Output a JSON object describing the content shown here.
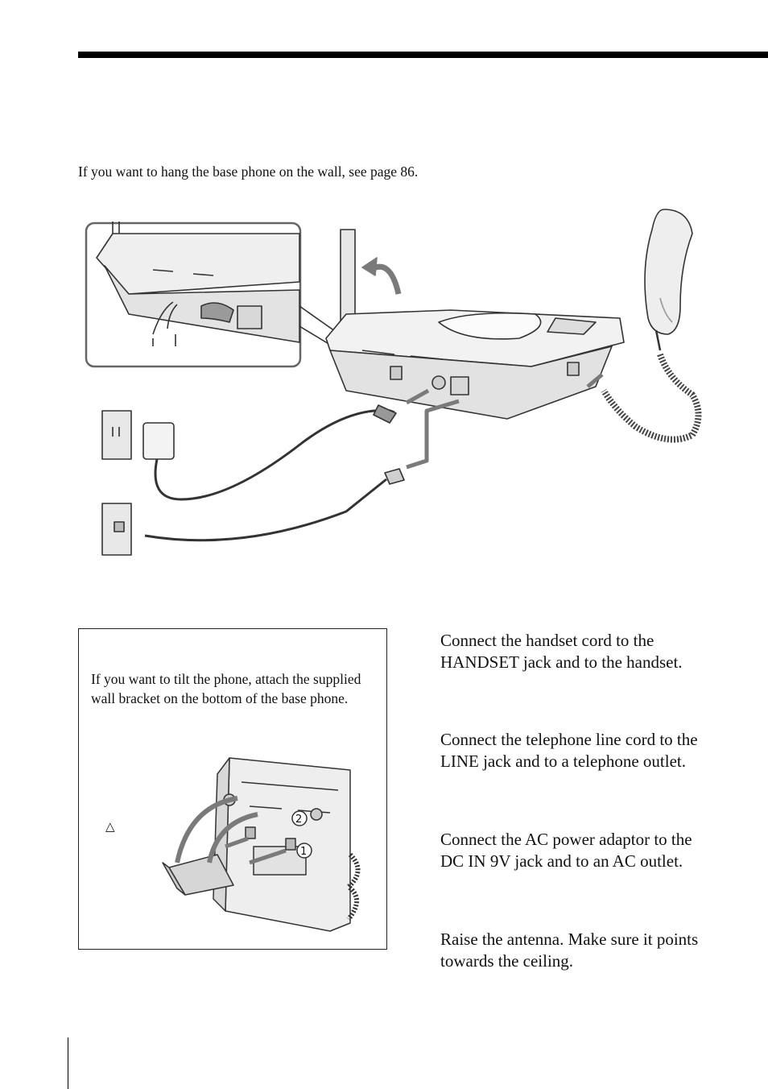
{
  "intro": "If you want to hang the base phone on the wall, see page 86.",
  "tip": {
    "text": "If you want to tilt the phone, attach the supplied wall bracket on the bottom of the base phone.",
    "marker": "△",
    "callouts": [
      "2",
      "1"
    ]
  },
  "steps": [
    {
      "text": "Connect the handset cord to the HANDSET jack and to the handset."
    },
    {
      "text": "Connect the telephone line cord to the LINE jack and to a telephone outlet."
    },
    {
      "text": "Connect the AC power adaptor to the DC IN 9V jack and to an AC outlet."
    },
    {
      "text": "Raise the antenna. Make sure it points towards the ceiling."
    }
  ],
  "colors": {
    "line": "#333333",
    "fill_light": "#ececec",
    "fill_mid": "#cfcfcf",
    "arrow": "#7a7a7a"
  }
}
